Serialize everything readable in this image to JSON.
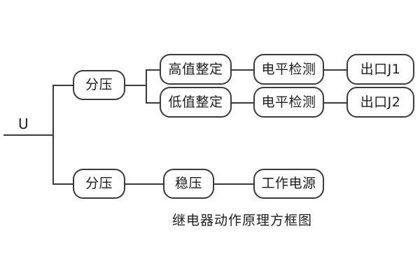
{
  "diagram": {
    "caption": "继电器动作原理方框图",
    "input_label": "U",
    "line_color": "#3b3b3b",
    "box_border_color": "#3b3b3b",
    "background_color": "#ffffff",
    "text_color": "#1d1d1d",
    "nodes": {
      "divider_top": "分压",
      "divider_bottom": "分压",
      "high_setting": "高值整定",
      "low_setting": "低值整定",
      "level_detect_high": "电平检测",
      "level_detect_low": "电平检测",
      "output_j1": "出口J1",
      "output_j2": "出口J2",
      "voltage_regulator": "稳压",
      "working_power": "工作电源"
    }
  }
}
